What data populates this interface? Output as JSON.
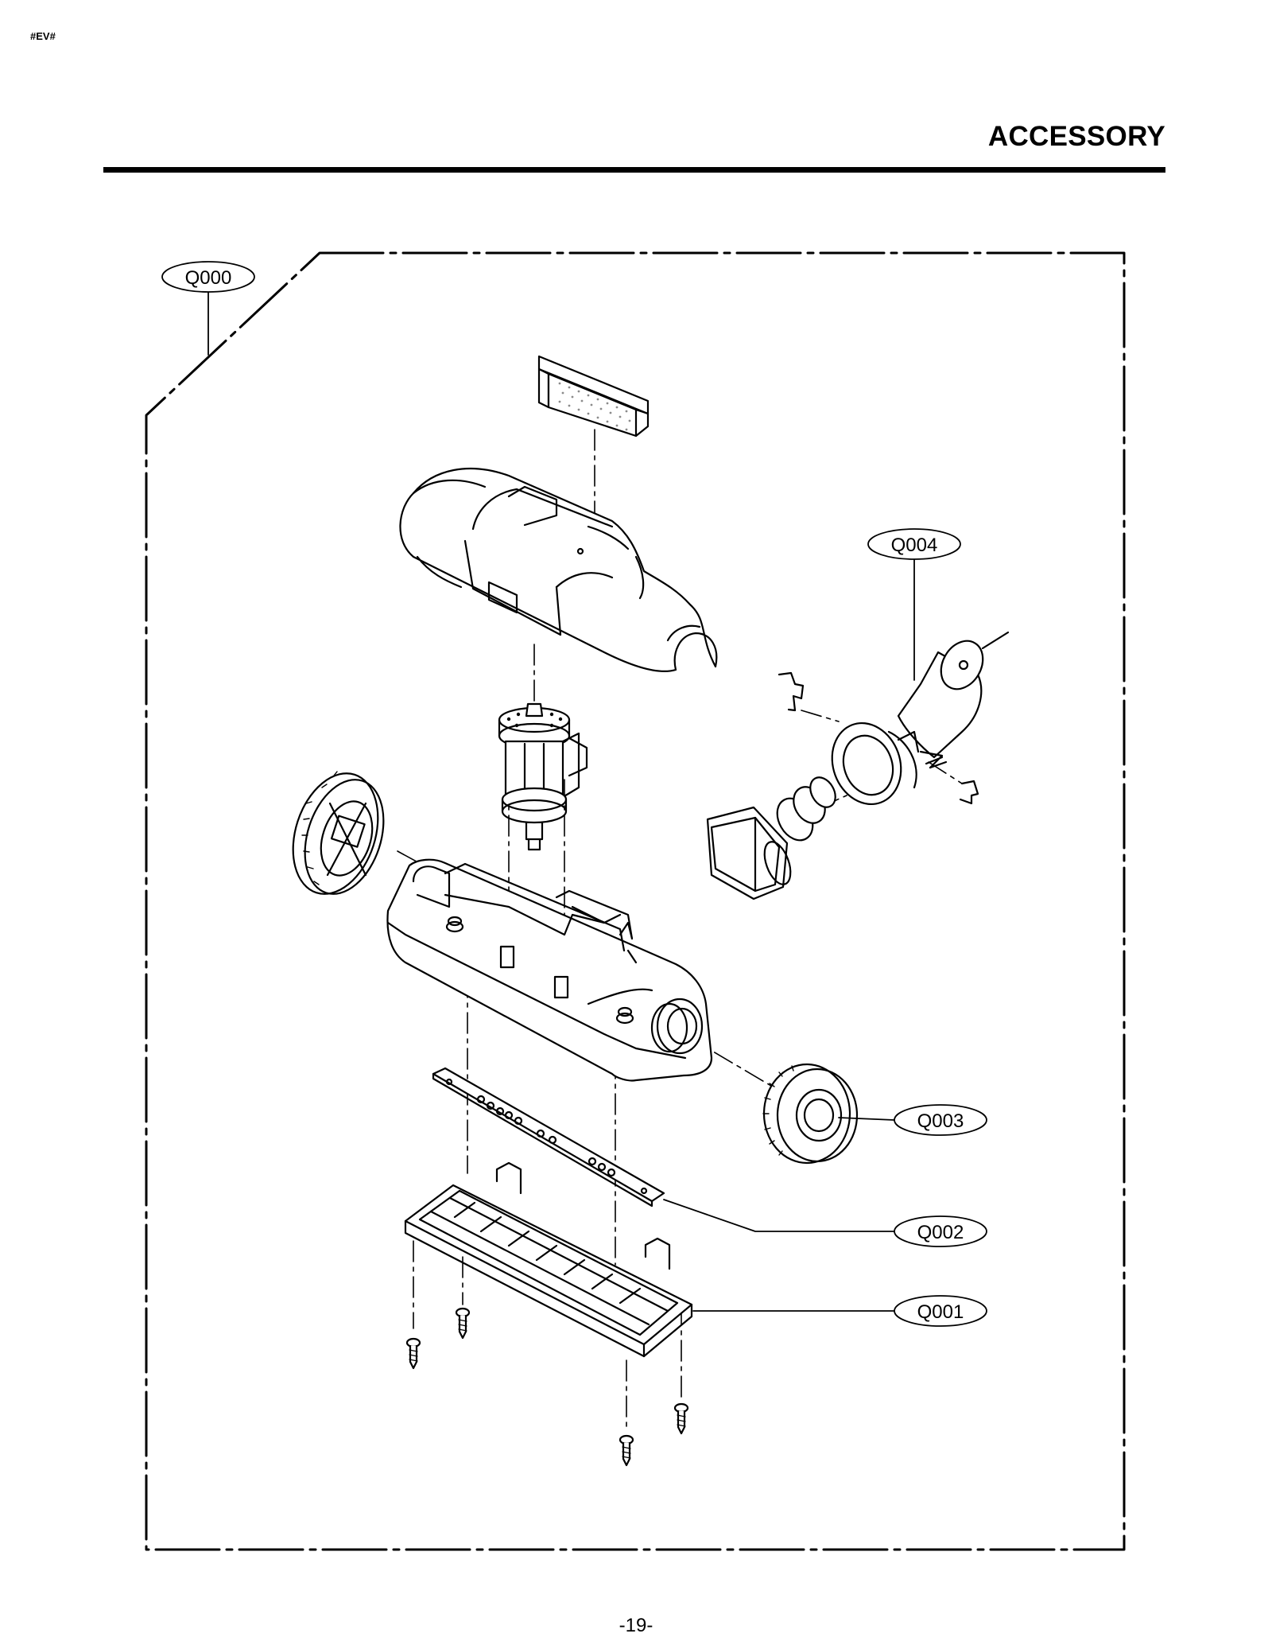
{
  "page": {
    "corner_mark": "#EV#",
    "section_title": "ACCESSORY",
    "page_number": "-19-"
  },
  "callouts": [
    {
      "id": "q000",
      "label": "Q000"
    },
    {
      "id": "q004",
      "label": "Q004"
    },
    {
      "id": "q003",
      "label": "Q003"
    },
    {
      "id": "q002",
      "label": "Q002"
    },
    {
      "id": "q001",
      "label": "Q001"
    }
  ],
  "colors": {
    "ink": "#000000",
    "paper": "#ffffff",
    "filter_dots": "#8a8a8a"
  }
}
